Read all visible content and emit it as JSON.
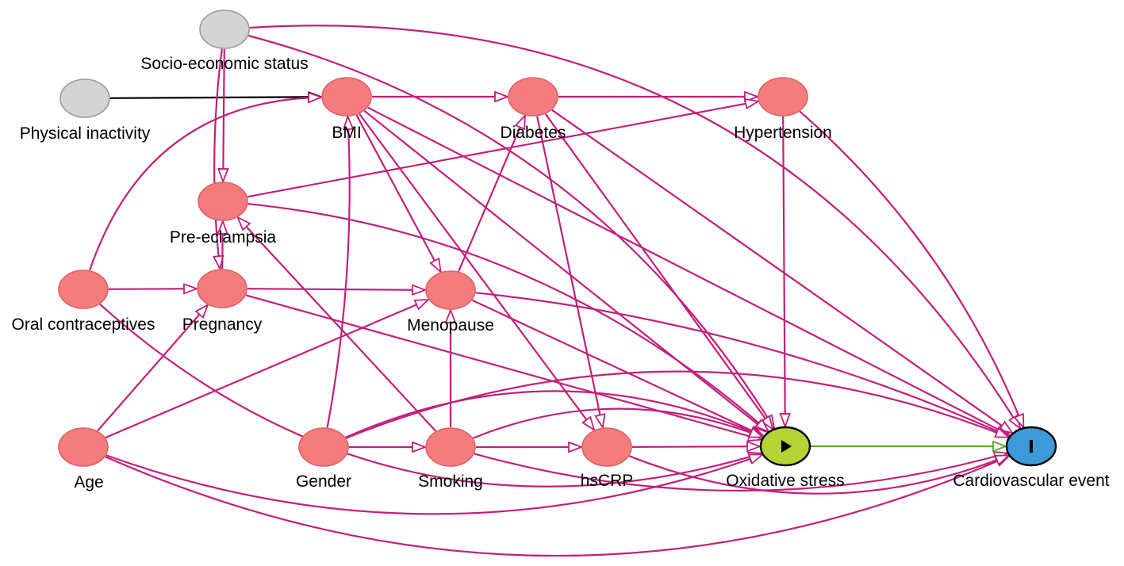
{
  "colors": {
    "edge": "#c21f7d",
    "edge_plain": "#000000",
    "edge_causal": "#5aa62a",
    "node_adjusted": "#f47c7c",
    "node_unobserved": "#d4d4d4",
    "node_exposure": "#b5d334",
    "node_outcome": "#3d9ad9"
  },
  "nodes": [
    {
      "id": "ses",
      "label": "Socio-economic status",
      "kind": "unobserved"
    },
    {
      "id": "phys",
      "label": "Physical inactivity",
      "kind": "unobserved"
    },
    {
      "id": "bmi",
      "label": "BMI",
      "kind": "adjusted"
    },
    {
      "id": "diab",
      "label": "Diabetes",
      "kind": "adjusted"
    },
    {
      "id": "hyp",
      "label": "Hypertension",
      "kind": "adjusted"
    },
    {
      "id": "pre",
      "label": "Pre-eclampsia",
      "kind": "adjusted"
    },
    {
      "id": "oc",
      "label": "Oral contraceptives",
      "kind": "adjusted"
    },
    {
      "id": "preg",
      "label": "Pregnancy",
      "kind": "adjusted"
    },
    {
      "id": "meno",
      "label": "Menopause",
      "kind": "adjusted"
    },
    {
      "id": "age",
      "label": "Age",
      "kind": "adjusted"
    },
    {
      "id": "gender",
      "label": "Gender",
      "kind": "adjusted"
    },
    {
      "id": "smok",
      "label": "Smoking",
      "kind": "adjusted"
    },
    {
      "id": "crp",
      "label": "hsCRP",
      "kind": "adjusted"
    },
    {
      "id": "ox",
      "label": "Oxidative stress",
      "kind": "exposure"
    },
    {
      "id": "cv",
      "label": "Cardiovascular event",
      "kind": "outcome"
    }
  ],
  "edges": [
    {
      "from": "phys",
      "to": "bmi",
      "style": "plain"
    },
    {
      "from": "ses",
      "to": "pre"
    },
    {
      "from": "ses",
      "to": "preg"
    },
    {
      "from": "ses",
      "to": "ox"
    },
    {
      "from": "ses",
      "to": "cv"
    },
    {
      "from": "bmi",
      "to": "diab"
    },
    {
      "from": "bmi",
      "to": "meno"
    },
    {
      "from": "bmi",
      "to": "crp"
    },
    {
      "from": "bmi",
      "to": "ox"
    },
    {
      "from": "bmi",
      "to": "cv"
    },
    {
      "from": "diab",
      "to": "hyp"
    },
    {
      "from": "diab",
      "to": "crp"
    },
    {
      "from": "diab",
      "to": "ox"
    },
    {
      "from": "diab",
      "to": "cv"
    },
    {
      "from": "hyp",
      "to": "ox"
    },
    {
      "from": "hyp",
      "to": "cv"
    },
    {
      "from": "pre",
      "to": "hyp"
    },
    {
      "from": "pre",
      "to": "ox"
    },
    {
      "from": "oc",
      "to": "bmi"
    },
    {
      "from": "oc",
      "to": "preg"
    },
    {
      "from": "oc",
      "to": "ox"
    },
    {
      "from": "preg",
      "to": "pre"
    },
    {
      "from": "preg",
      "to": "meno"
    },
    {
      "from": "preg",
      "to": "ox"
    },
    {
      "from": "meno",
      "to": "diab"
    },
    {
      "from": "meno",
      "to": "ox"
    },
    {
      "from": "meno",
      "to": "cv"
    },
    {
      "from": "age",
      "to": "preg"
    },
    {
      "from": "age",
      "to": "meno"
    },
    {
      "from": "age",
      "to": "ox"
    },
    {
      "from": "age",
      "to": "cv"
    },
    {
      "from": "gender",
      "to": "bmi"
    },
    {
      "from": "gender",
      "to": "smok"
    },
    {
      "from": "gender",
      "to": "ox"
    },
    {
      "from": "gender",
      "to": "cv"
    },
    {
      "from": "smok",
      "to": "pre"
    },
    {
      "from": "smok",
      "to": "meno"
    },
    {
      "from": "smok",
      "to": "crp"
    },
    {
      "from": "smok",
      "to": "ox"
    },
    {
      "from": "smok",
      "to": "cv"
    },
    {
      "from": "crp",
      "to": "ox"
    },
    {
      "from": "crp",
      "to": "cv"
    },
    {
      "from": "ox",
      "to": "cv",
      "style": "causal"
    }
  ]
}
